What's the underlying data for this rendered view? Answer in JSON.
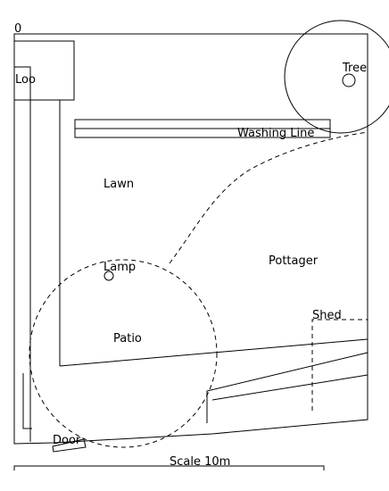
{
  "plan": {
    "origin_label": "0",
    "scale_label": "Scale 10m",
    "labels": {
      "loo": "Loo",
      "tree": "Tree",
      "washing_line": "Washing Line",
      "lawn": "Lawn",
      "lamp": "Lamp",
      "pottager": "Pottager",
      "shed": "Shed",
      "patio": "Patio",
      "door": "Door"
    }
  }
}
